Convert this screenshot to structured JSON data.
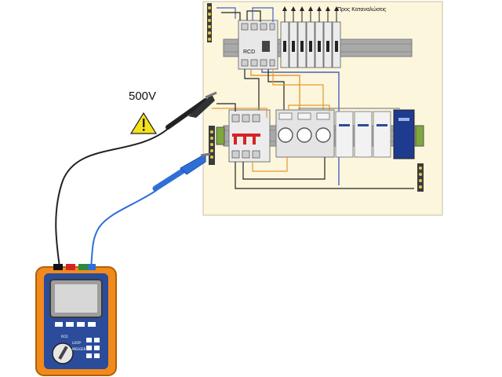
{
  "voltage_label": "500V",
  "warning_icon": "warning-triangle-icon",
  "board_label": "Προς Καταναλώσεις",
  "rcd_label": "RCD",
  "meter": {
    "icon": "insulation-tester-icon",
    "dial_labels": [
      "RCD",
      "LOOP",
      "MEGGER"
    ]
  },
  "colors": {
    "panel": "#fbf6dc",
    "meter_body": "#f08a1c",
    "meter_face": "#2b4c9a",
    "probe_black": "#222222",
    "probe_blue": "#2f6fd8",
    "wire_orange": "#e59a2e",
    "wire_blue": "#4a5fc4",
    "wire_black": "#222222"
  }
}
